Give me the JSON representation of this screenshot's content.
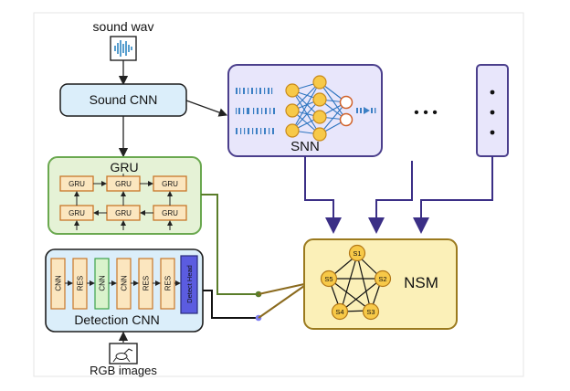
{
  "inputs": {
    "sound": "sound wav",
    "rgb": "RGB images"
  },
  "blocks": {
    "sound_cnn": "Sound CNN",
    "snn": "SNN",
    "gru": "GRU",
    "detection_cnn": "Detection CNN",
    "nsm": "NSM"
  },
  "gru_cells": {
    "top": [
      "GRU",
      "GRU",
      "GRU"
    ],
    "bottom": [
      "GRU",
      "GRU",
      "GRU"
    ]
  },
  "cnn_layers": [
    "CNN",
    "RES",
    "CNN",
    "CNN",
    "RES",
    "RES"
  ],
  "detect_head": "Detect Head",
  "ellipsis": "• • •",
  "states": [
    "S1",
    "S2",
    "S3",
    "S4",
    "S5"
  ],
  "colors": {
    "sound_cnn_fill": "#dbeefa",
    "snn_fill": "#e8e6fb",
    "snn_border": "#4b3f8c",
    "gru_fill": "#e5f2d6",
    "gru_border": "#6aa84f",
    "gru_cell": "#fbe6bf",
    "gru_cell_border": "#c8772a",
    "nsm_fill": "#fbf0b8",
    "nsm_border": "#9b7a1e",
    "arrow_purple": "#3b2f86",
    "green_link": "#5a7d2a",
    "detect_head": "#5b5ce0"
  }
}
